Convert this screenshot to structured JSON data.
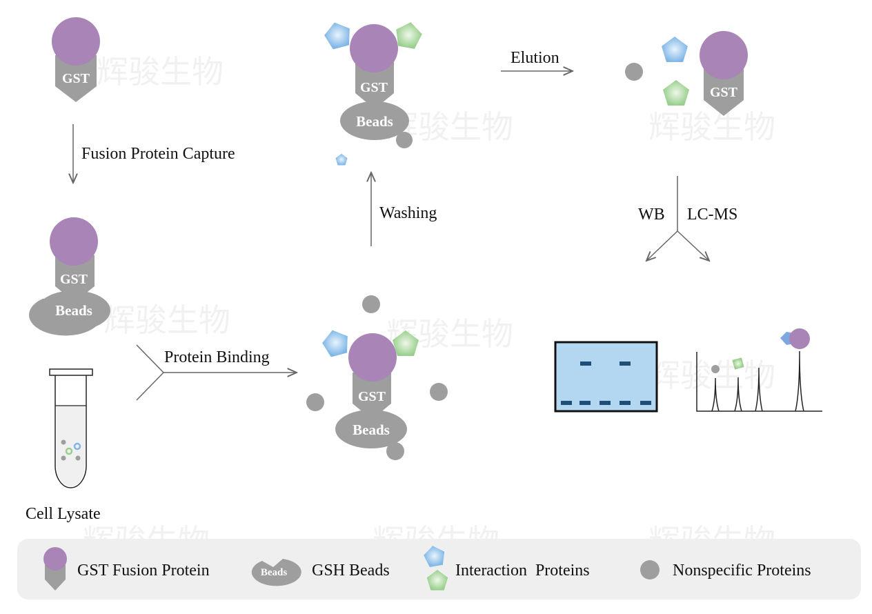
{
  "watermark": "辉骏生物",
  "labels": {
    "gst": "GST",
    "beads": "Beads",
    "fusion_capture": "Fusion Protein Capture",
    "cell_lysate": "Cell Lysate",
    "protein_binding": "Protein Binding",
    "washing": "Washing",
    "elution": "Elution",
    "wb": "WB",
    "lcms": "LC-MS"
  },
  "legend": {
    "items": [
      {
        "icon": "gst-fusion-protein-icon",
        "label": "GST Fusion Protein"
      },
      {
        "icon": "gsh-beads-icon",
        "label": "GSH Beads",
        "icon_text": "Beads"
      },
      {
        "icon": "interaction-proteins-icon",
        "label": "Interaction  Proteins"
      },
      {
        "icon": "nonspecific-protein-icon",
        "label": "Nonspecific Proteins"
      }
    ]
  },
  "colors": {
    "gst_circle": "#a885b6",
    "gray": "#9e9e9e",
    "blue_protein": "#8fc3ec",
    "green_protein": "#a9d8a0",
    "gel": "#b3d7f0",
    "band": "#1f4e79",
    "legend_bg": "#efefef"
  }
}
